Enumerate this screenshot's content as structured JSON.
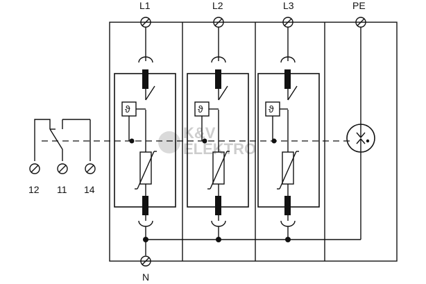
{
  "diagram": {
    "line_terminals": [
      "L1",
      "L2",
      "L3",
      "PE"
    ],
    "neutral_terminal": "N",
    "signal_contacts": [
      "12",
      "11",
      "14"
    ],
    "thermal_symbol": "ϑ",
    "watermark": {
      "line1": "K&V",
      "line2": "ELEKTRO"
    }
  }
}
